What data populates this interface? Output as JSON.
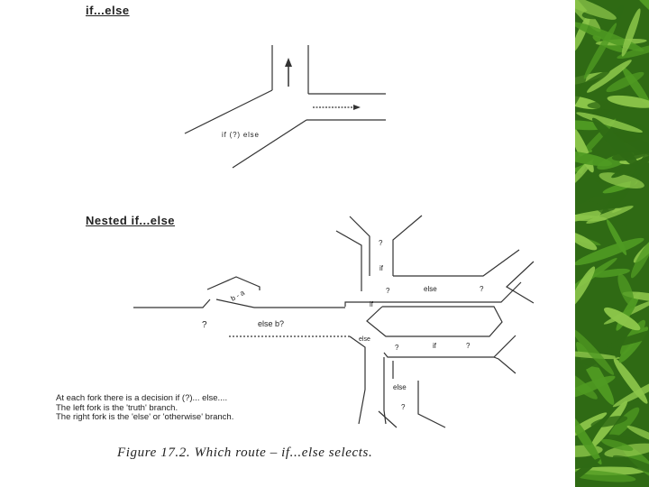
{
  "headings": {
    "top": "if...else",
    "nested": "Nested if...else"
  },
  "diagram1": {
    "label": "if (?) else"
  },
  "diagram2": {
    "labels": {
      "q_top": "?",
      "if_upper": "if",
      "q_mid": "?",
      "else_right": "else",
      "q_right": "?",
      "if_left": "if",
      "b_minus_a": "b - a",
      "q_left": "?",
      "else_b": "else b?",
      "else_mid": "else",
      "q_lower": "?",
      "if_lower": "if",
      "q_lower_right": "?",
      "else_bottom": "else",
      "q_bottom": "?"
    }
  },
  "note_lines": [
    "At each fork there is a decision if (?)... else....",
    "The left fork is the 'truth' branch.",
    "The right fork is the 'else' or 'otherwise' branch."
  ],
  "caption": "Figure 17.2. Which route – if...else selects.",
  "colors": {
    "ink": "#222222",
    "leaf_dark": "#2f6a14",
    "leaf_mid": "#4f9a22",
    "leaf_light": "#8cc64a"
  }
}
